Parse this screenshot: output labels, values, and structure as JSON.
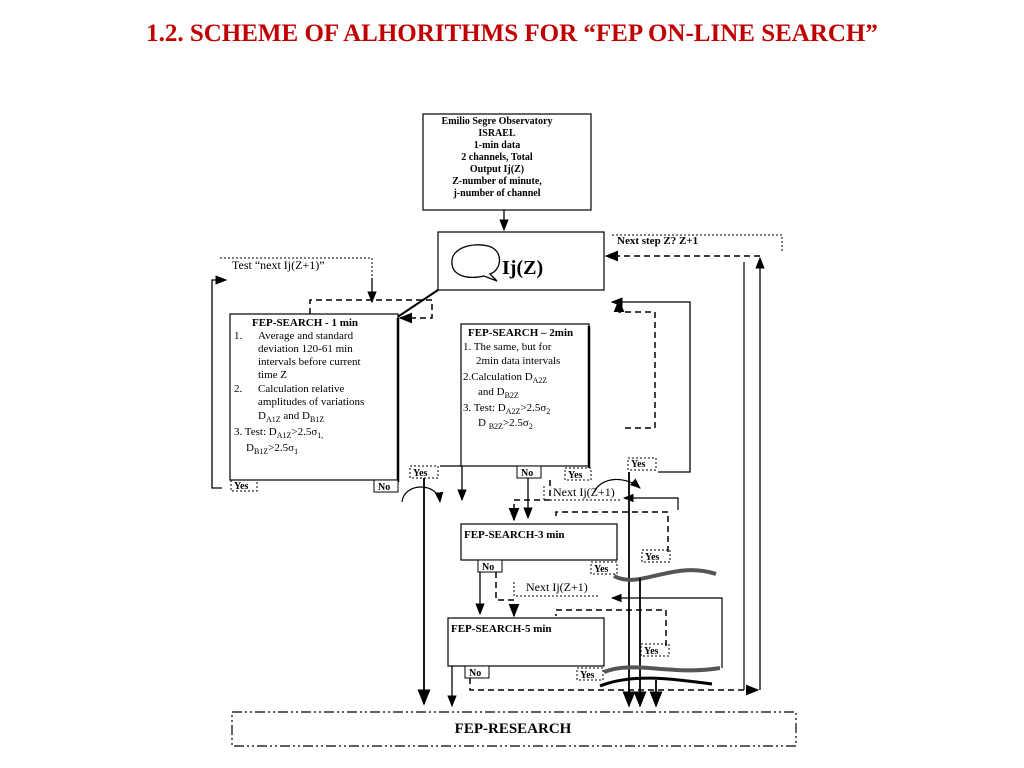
{
  "title": "1.2. SCHEME OF ALHORITHMS FOR “FEP ON-LINE SEARCH”",
  "observatory": {
    "lines": [
      "Emilio Segre Observatory",
      "ISRAEL",
      "1-min data",
      "2 channels, Total",
      "Output Ij(Z)",
      "Z-number of minute,",
      "j-number of channel"
    ]
  },
  "ijz_label": "Ij(Z)",
  "next_step": "Next step Z?  Z+1",
  "test_next": "Test “next Ij(Z+1)”",
  "fep1": {
    "title": "FEP-SEARCH - 1 min",
    "n1": "1.",
    "i1a": "Average and standard",
    "i1b": "deviation 120-61 min",
    "i1c": "intervals before current",
    "i1d": "time Z",
    "n2": "2.",
    "i2a": "Calculation relative",
    "i2b": "amplitudes of variations",
    "i2c_a": "D",
    "i2c_s1": "A1Z",
    "i2c_b": " and D",
    "i2c_s2": "B1Z",
    "i3_a": "3. Test: D",
    "i3_s1": "A1Z",
    "i3_b": ">2.5σ",
    "i3_s2": "1,",
    "i4_a": "D",
    "i4_s1": "B1Z",
    "i4_b": ">2.5σ",
    "i4_s2": "1"
  },
  "fep2": {
    "title": "FEP-SEARCH – 2min",
    "i1a": "1. The same, but for",
    "i1b": "2min data intervals",
    "i2_a": "2.Calculation D",
    "i2_s1": "A2Z",
    "i2b_a": "and D",
    "i2b_s1": "B2Z",
    "i3_a": "3. Test: D",
    "i3_s1": "A2Z",
    "i3_b": ">2.5σ",
    "i3_s2": "2",
    "i4_a": "D ",
    "i4_s1": "B2Z",
    "i4_b": ">2.5σ",
    "i4_s2": "2"
  },
  "fep3": {
    "title": "FEP-SEARCH-3 min"
  },
  "fep5": {
    "title": "FEP-SEARCH-5 min"
  },
  "fep_research": "FEP-RESEARCH",
  "labels": {
    "yes": "Yes",
    "no": "No",
    "next_ij": "Next Ij(Z+1)"
  }
}
